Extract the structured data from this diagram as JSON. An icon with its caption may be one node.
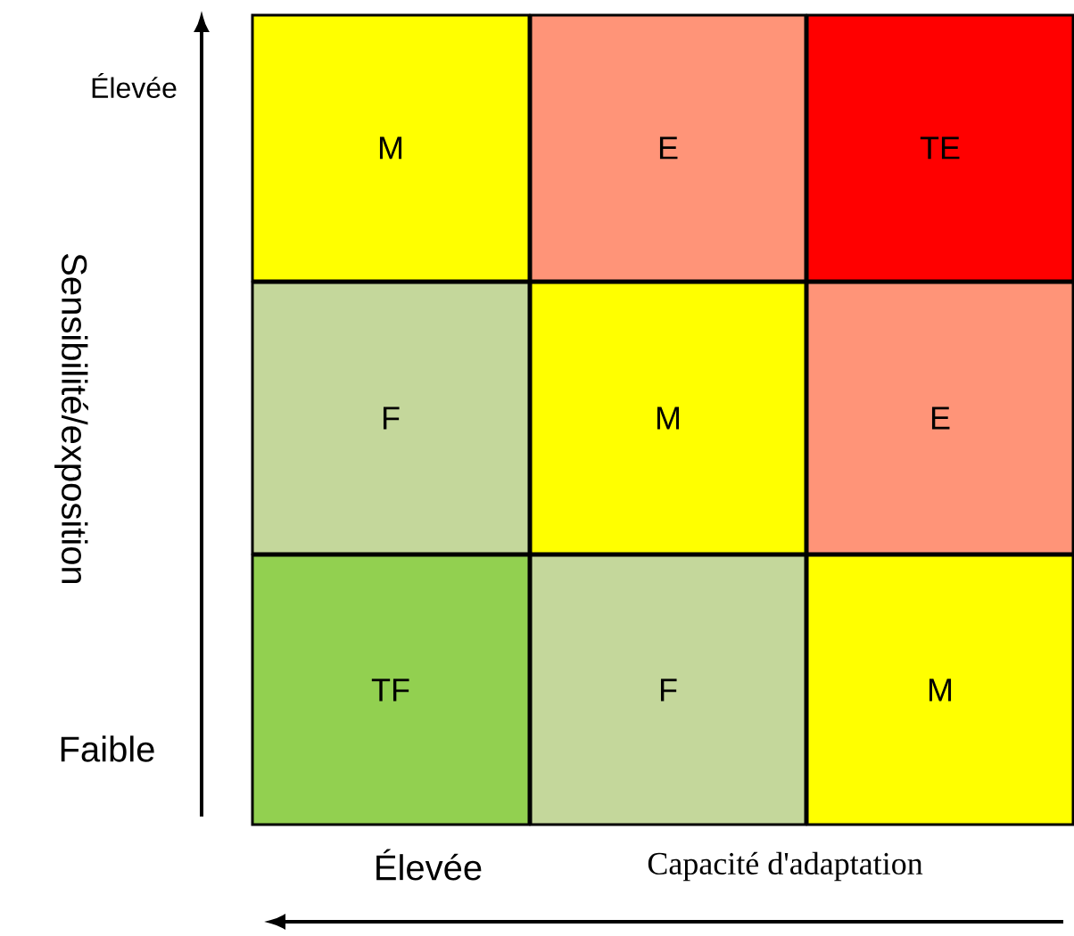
{
  "diagram": {
    "nodes": [
      {
        "text": [
          "M"
        ]
      },
      {
        "text": [
          "E"
        ]
      },
      {
        "text": [
          "TE"
        ]
      },
      {
        "text": [
          "F"
        ]
      },
      {
        "text": [
          "M"
        ]
      },
      {
        "text": [
          "E"
        ]
      },
      {
        "text": [
          "TF"
        ]
      },
      {
        "text": [
          "F"
        ]
      },
      {
        "text": [
          "M"
        ]
      }
    ],
    "labels": [
      "Élevée",
      "Sensibilité/exposition",
      "Faible",
      "Élevée",
      "Capacité d'adaptation"
    ]
  }
}
